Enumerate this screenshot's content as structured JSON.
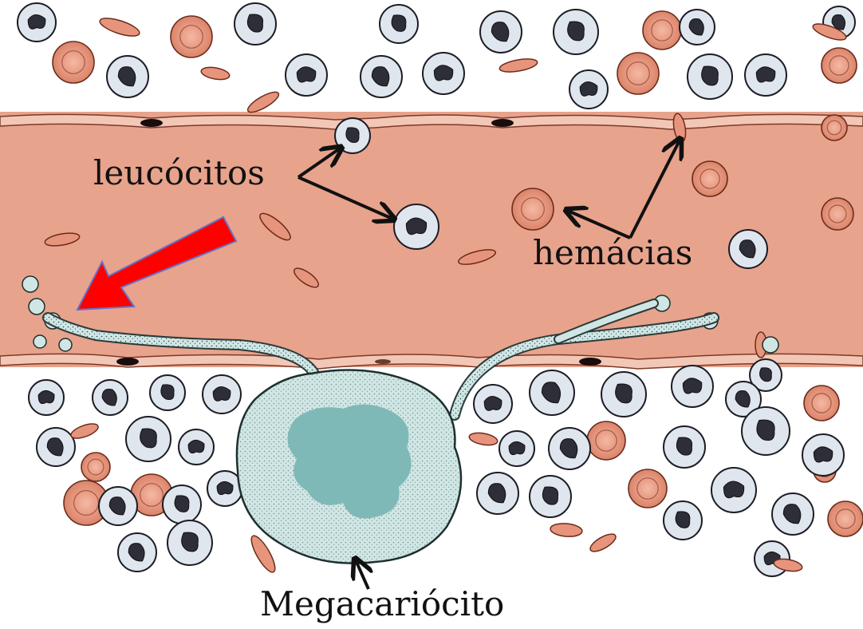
{
  "labels": {
    "leucocitos": "leucócitos",
    "hemacias": "hemácias",
    "megacariocito": "Megacariócito"
  },
  "colors": {
    "vessel_lumen": "#e8a38c",
    "vessel_wall": "#f3c7b6",
    "endothelial_nucleus": "#1a0c0c",
    "erythrocyte": "#e6957c",
    "leukocyte_cytoplasm": "#dfe6ee",
    "leukocyte_nucleus": "#2e2e38",
    "megakaryocyte_cytoplasm": "#cfe6e4",
    "megakaryocyte_nucleus": "#7fb9b7",
    "highlight_arrow": "#ff0000",
    "arrow_outline": "#6470c8",
    "label_arrows": "#111111"
  },
  "icons": {
    "highlight": "red-arrow-icon",
    "pointer": "black-arrow-icon"
  }
}
